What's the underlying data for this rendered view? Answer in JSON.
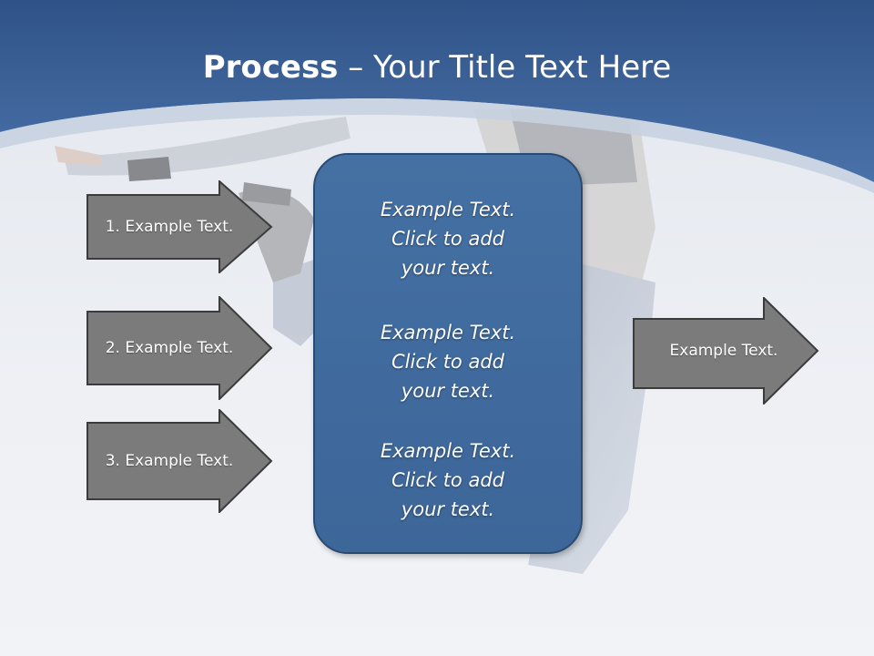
{
  "title": {
    "bold": "Process",
    "rest": " – Your Title Text Here"
  },
  "inputs": [
    {
      "label": "1. Example Text."
    },
    {
      "label": "2. Example Text."
    },
    {
      "label": "3. Example Text."
    }
  ],
  "center": {
    "paragraphs": [
      {
        "lines": [
          "Example Text.",
          "Click  to add",
          "your text."
        ]
      },
      {
        "lines": [
          "Example Text.",
          "Click  to add",
          "your text."
        ]
      },
      {
        "lines": [
          "Example Text.",
          "Click  to add",
          "your text."
        ]
      }
    ]
  },
  "output": {
    "label": "Example Text."
  },
  "colors": {
    "banner": "#3d63a0",
    "arrow_fill": "#7b7b7b",
    "arrow_stroke": "#3b3b3b",
    "center_fill": "#4470a3"
  }
}
